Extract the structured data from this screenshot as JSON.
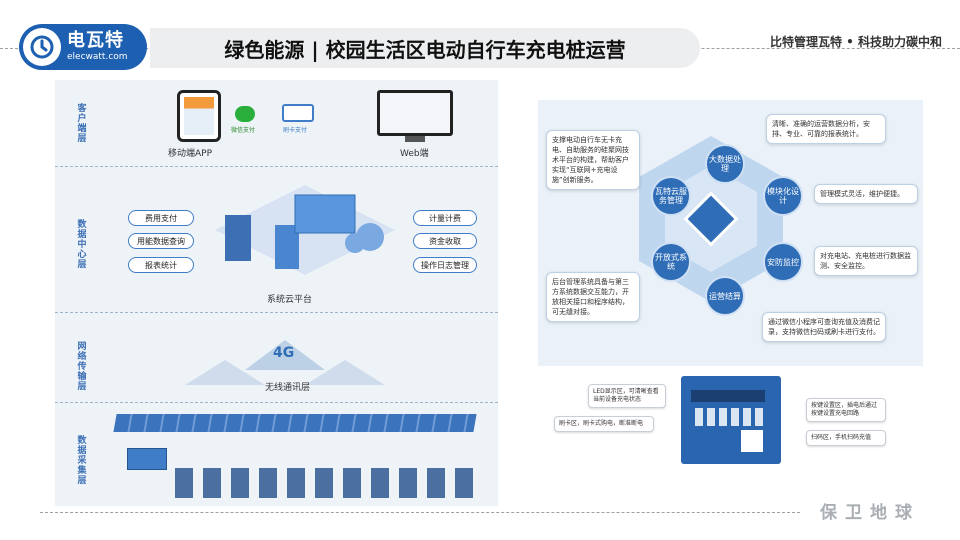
{
  "header": {
    "logo_name": "电瓦特",
    "logo_url": "elecwatt.com",
    "title": "绿色能源 | 校园生活区电动自行车充电桩运营",
    "slogan": "比特管理瓦特 • 科技助力碳中和"
  },
  "footer": {
    "text": "保卫地球"
  },
  "architecture": {
    "lanes": [
      {
        "label": "客户端层"
      },
      {
        "label": "数据中心层"
      },
      {
        "label": "网络传输层"
      },
      {
        "label": "数据采集层"
      }
    ],
    "client": {
      "app_caption": "移动端APP",
      "web_caption": "Web端",
      "wechat_caption": "微信支付",
      "card_caption": "刷卡支付"
    },
    "datacenter": {
      "left_items": [
        "费用支付",
        "用能数据查询",
        "报表统计"
      ],
      "right_items": [
        "计量计费",
        "资金收取",
        "操作日志管理"
      ],
      "platform_caption": "系统云平台"
    },
    "network": {
      "badge": "4G",
      "caption": "无线通讯层"
    }
  },
  "features": {
    "center_nodes": [
      "大数据处理",
      "模块化设计",
      "安防监控",
      "运营结算",
      "开放式系统",
      "瓦特云服务管理"
    ],
    "callouts": [
      "支撑电动自行车无卡充电、自助服务的硅聚网技术平台的构建，帮助客户实现“互联网+充电设施”创新服务。",
      "清晰、准确的运营数据分析，安排、专业、可靠的报表统计。",
      "管理模式灵活，维护便捷。",
      "对充电站、充电桩进行数据监测、安全监控。",
      "后台管理系统具备与第三方系统数据交互能力，开放相关接口和程序结构，可无缝对接。",
      "通过微信小程序可查询充值及消费记录，支持微信扫码或刷卡进行支付。"
    ]
  },
  "device": {
    "callouts": [
      "LED显示区，可清晰查看当前设备充电状态",
      "刷卡区，刷卡式购电，断准断电",
      "按键设置区，插电后通过按键设置充电回路",
      "扫码区，手机扫码充值"
    ]
  },
  "colors": {
    "brand": "#1d5fb0",
    "node": "#2f6db6",
    "panel": "#eef3f8"
  }
}
